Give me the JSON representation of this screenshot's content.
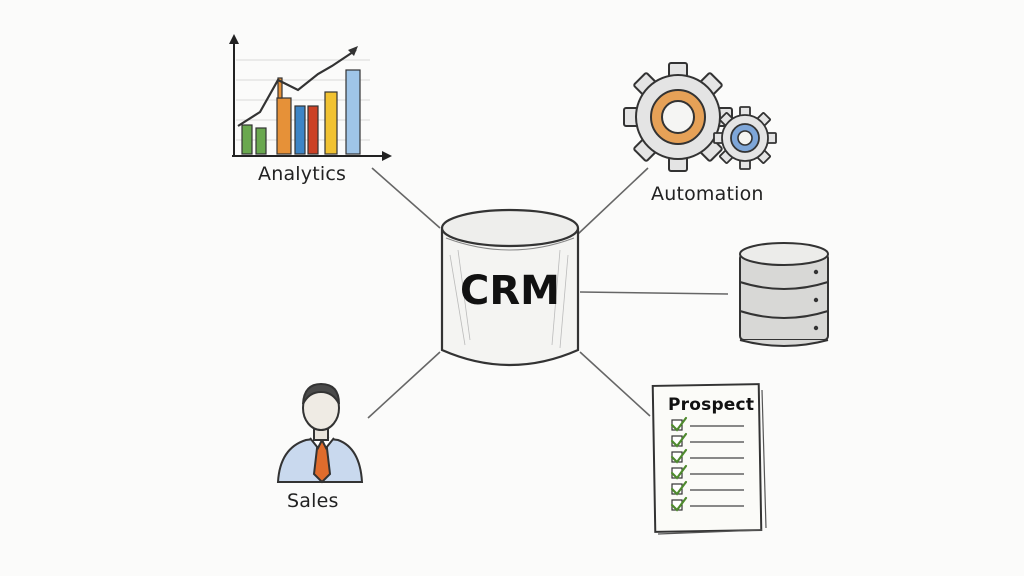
{
  "diagram": {
    "center": {
      "label": "CRM"
    },
    "nodes": [
      {
        "id": "analytics",
        "label": "Analytics",
        "icon": "bar-chart-icon"
      },
      {
        "id": "automation",
        "label": "Automation",
        "icon": "gears-icon"
      },
      {
        "id": "database",
        "label": "",
        "icon": "database-icon"
      },
      {
        "id": "prospect",
        "label": "Prospect",
        "icon": "checklist-icon"
      },
      {
        "id": "sales",
        "label": "Sales",
        "icon": "salesperson-icon"
      }
    ],
    "colors": {
      "ink": "#333333",
      "bar_green": "#6aa84f",
      "bar_orange": "#e69138",
      "bar_red": "#cc4125",
      "bar_blue": "#3d85c6",
      "bar_yellow": "#f1c232",
      "bar_lightblue": "#9fc5e8",
      "gear_orange": "#e6a157",
      "gear_blue": "#7ea6d8",
      "tie_orange": "#e06c2c",
      "shirt_blue": "#c9d9ee",
      "check_green": "#4e8a2e"
    }
  }
}
